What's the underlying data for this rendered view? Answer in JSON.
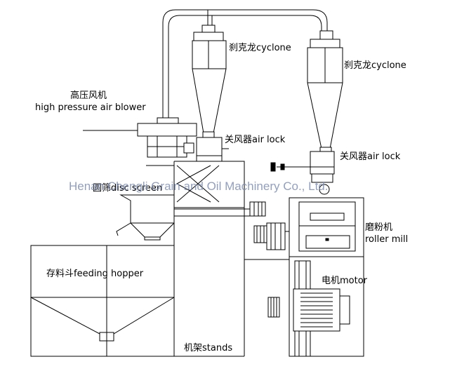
{
  "labels": {
    "blower_cn": "高压风机",
    "blower_en": "high pressure air blower",
    "cyclone1": "刹克龙cyclone",
    "cyclone2": "刹克龙cyclone",
    "airlock1": "关风器air lock",
    "airlock2": "关风器air lock",
    "disc_screen": "圆筛disc screen",
    "roller_mill_cn": "磨粉机",
    "roller_mill_en": "roller mill",
    "hopper": "存料斗feeding hopper",
    "motor": "电机motor",
    "stands": "机架stands"
  },
  "watermark": "Henan Chengli Grain and Oil Machinery Co., Ltd."
}
